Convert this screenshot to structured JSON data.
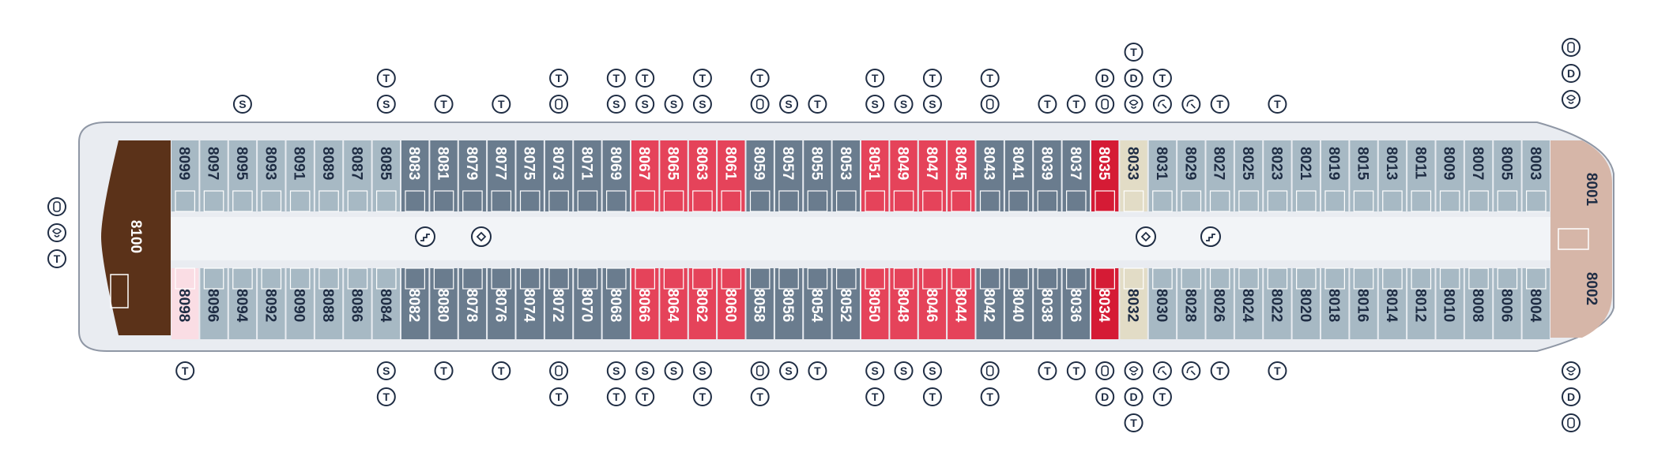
{
  "colors": {
    "hull_fill": "#e9ecf1",
    "hull_stroke": "#8f97a5",
    "corridor": "#f2f4f7",
    "owner_suite": "#5b3219",
    "light_blue": "#a7b9c4",
    "slate": "#6a7c8e",
    "red": "#e5435a",
    "dark_red": "#d51b35",
    "beige": "#e2dcc6",
    "pale_pink": "#fadde4",
    "bow": "#d6b6a8",
    "icon_stroke": "#1f2d44"
  },
  "icon_legend": {
    "T": "tub-icon",
    "S": "shower-icon",
    "D": "double-bed-icon",
    "bath": "bathtub-icon",
    "spa": "spa-icon",
    "lift": "elevator-icon",
    "stairs": "staircase-icon",
    "wheel": "compass-icon"
  },
  "decks": {
    "upper": [
      {
        "id": "8099",
        "label": "8099",
        "color": "light_blue",
        "icons_top": []
      },
      {
        "id": "8097",
        "label": "8097",
        "color": "light_blue",
        "icons_top": []
      },
      {
        "id": "8095",
        "label": "8095",
        "color": "light_blue",
        "icons_top": [
          "S"
        ]
      },
      {
        "id": "8093",
        "label": "8093",
        "color": "light_blue",
        "icons_top": []
      },
      {
        "id": "8091",
        "label": "8091",
        "color": "light_blue",
        "icons_top": []
      },
      {
        "id": "8089",
        "label": "8089",
        "color": "light_blue",
        "icons_top": []
      },
      {
        "id": "8087",
        "label": "8087",
        "color": "light_blue",
        "icons_top": []
      },
      {
        "id": "8085",
        "label": "8085",
        "color": "light_blue",
        "icons_top": [
          "T",
          "S"
        ]
      },
      {
        "id": "8083",
        "label": "8083",
        "color": "slate",
        "icons_top": []
      },
      {
        "id": "8081",
        "label": "8081",
        "color": "slate",
        "icons_top": [
          "T"
        ]
      },
      {
        "id": "8079",
        "label": "8079",
        "color": "slate",
        "icons_top": []
      },
      {
        "id": "8077",
        "label": "8077",
        "color": "slate",
        "icons_top": [
          "T"
        ]
      },
      {
        "id": "8075",
        "label": "8075",
        "color": "slate",
        "icons_top": []
      },
      {
        "id": "8073",
        "label": "8073",
        "color": "slate",
        "icons_top": [
          "T",
          "bath"
        ]
      },
      {
        "id": "8071",
        "label": "8071",
        "color": "slate",
        "icons_top": []
      },
      {
        "id": "8069",
        "label": "8069",
        "color": "slate",
        "icons_top": [
          "T",
          "S"
        ]
      },
      {
        "id": "8067",
        "label": "8067",
        "color": "red",
        "icons_top": [
          "T",
          "S"
        ]
      },
      {
        "id": "8065",
        "label": "8065",
        "color": "red",
        "icons_top": [
          "S"
        ]
      },
      {
        "id": "8063",
        "label": "8063",
        "color": "red",
        "icons_top": [
          "T",
          "S"
        ]
      },
      {
        "id": "8061",
        "label": "8061",
        "color": "red",
        "icons_top": []
      },
      {
        "id": "8059",
        "label": "8059",
        "color": "slate",
        "icons_top": [
          "T",
          "bath"
        ]
      },
      {
        "id": "8057",
        "label": "8057",
        "color": "slate",
        "icons_top": [
          "S"
        ]
      },
      {
        "id": "8055",
        "label": "8055",
        "color": "slate",
        "icons_top": [
          "T"
        ]
      },
      {
        "id": "8053",
        "label": "8053",
        "color": "slate",
        "icons_top": []
      },
      {
        "id": "8051",
        "label": "8051",
        "color": "red",
        "icons_top": [
          "T",
          "S"
        ]
      },
      {
        "id": "8049",
        "label": "8049",
        "color": "red",
        "icons_top": [
          "S"
        ]
      },
      {
        "id": "8047",
        "label": "8047",
        "color": "red",
        "icons_top": [
          "T",
          "S"
        ]
      },
      {
        "id": "8045",
        "label": "8045",
        "color": "red",
        "icons_top": []
      },
      {
        "id": "8043",
        "label": "8043",
        "color": "slate",
        "icons_top": [
          "T",
          "bath"
        ]
      },
      {
        "id": "8041",
        "label": "8041",
        "color": "slate",
        "icons_top": []
      },
      {
        "id": "8039",
        "label": "8039",
        "color": "slate",
        "icons_top": [
          "T"
        ]
      },
      {
        "id": "8037",
        "label": "8037",
        "color": "slate",
        "icons_top": [
          "T"
        ]
      },
      {
        "id": "8035",
        "label": "8035",
        "color": "dark_red",
        "icons_top": [
          "D",
          "bath"
        ]
      },
      {
        "id": "8033",
        "label": "8033",
        "color": "beige",
        "icons_top": [
          "T",
          "D",
          "spa"
        ]
      },
      {
        "id": "8031",
        "label": "8031",
        "color": "light_blue",
        "icons_top": [
          "T",
          "wheel"
        ]
      },
      {
        "id": "8029",
        "label": "8029",
        "color": "light_blue",
        "icons_top": [
          "wheel"
        ]
      },
      {
        "id": "8027",
        "label": "8027",
        "color": "light_blue",
        "icons_top": [
          "T"
        ]
      },
      {
        "id": "8025",
        "label": "8025",
        "color": "light_blue",
        "icons_top": []
      },
      {
        "id": "8023",
        "label": "8023",
        "color": "light_blue",
        "icons_top": [
          "T"
        ]
      },
      {
        "id": "8021",
        "label": "8021",
        "color": "light_blue",
        "icons_top": []
      },
      {
        "id": "8019",
        "label": "8019",
        "color": "light_blue",
        "icons_top": []
      },
      {
        "id": "8015",
        "label": "8015",
        "color": "light_blue",
        "icons_top": []
      },
      {
        "id": "8013",
        "label": "8013",
        "color": "light_blue",
        "icons_top": []
      },
      {
        "id": "8011",
        "label": "8011",
        "color": "light_blue",
        "icons_top": []
      },
      {
        "id": "8009",
        "label": "8009",
        "color": "light_blue",
        "icons_top": []
      },
      {
        "id": "8007",
        "label": "8007",
        "color": "light_blue",
        "icons_top": []
      },
      {
        "id": "8005",
        "label": "8005",
        "color": "light_blue",
        "icons_top": []
      },
      {
        "id": "8003",
        "label": "8003",
        "color": "light_blue",
        "icons_top": []
      }
    ],
    "lower": [
      {
        "id": "8098",
        "label": "8098",
        "color": "pale_pink",
        "icons_bottom": [
          "T"
        ]
      },
      {
        "id": "8096",
        "label": "8096",
        "color": "light_blue",
        "icons_bottom": []
      },
      {
        "id": "8094",
        "label": "8094",
        "color": "light_blue",
        "icons_bottom": []
      },
      {
        "id": "8092",
        "label": "8092",
        "color": "light_blue",
        "icons_bottom": []
      },
      {
        "id": "8090",
        "label": "8090",
        "color": "light_blue",
        "icons_bottom": []
      },
      {
        "id": "8088",
        "label": "8088",
        "color": "light_blue",
        "icons_bottom": []
      },
      {
        "id": "8086",
        "label": "8086",
        "color": "light_blue",
        "icons_bottom": []
      },
      {
        "id": "8084",
        "label": "8084",
        "color": "light_blue",
        "icons_bottom": [
          "S",
          "T"
        ]
      },
      {
        "id": "8082",
        "label": "8082",
        "color": "slate",
        "icons_bottom": []
      },
      {
        "id": "8080",
        "label": "8080",
        "color": "slate",
        "icons_bottom": [
          "T"
        ]
      },
      {
        "id": "8078",
        "label": "8078",
        "color": "slate",
        "icons_bottom": []
      },
      {
        "id": "8076",
        "label": "8076",
        "color": "slate",
        "icons_bottom": [
          "T"
        ]
      },
      {
        "id": "8074",
        "label": "8074",
        "color": "slate",
        "icons_bottom": []
      },
      {
        "id": "8072",
        "label": "8072",
        "color": "slate",
        "icons_bottom": [
          "bath",
          "T"
        ]
      },
      {
        "id": "8070",
        "label": "8070",
        "color": "slate",
        "icons_bottom": []
      },
      {
        "id": "8068",
        "label": "8068",
        "color": "slate",
        "icons_bottom": [
          "S",
          "T"
        ]
      },
      {
        "id": "8066",
        "label": "8066",
        "color": "red",
        "icons_bottom": [
          "S",
          "T"
        ]
      },
      {
        "id": "8064",
        "label": "8064",
        "color": "red",
        "icons_bottom": [
          "S"
        ]
      },
      {
        "id": "8062",
        "label": "8062",
        "color": "red",
        "icons_bottom": [
          "S",
          "T"
        ]
      },
      {
        "id": "8060",
        "label": "8060",
        "color": "red",
        "icons_bottom": []
      },
      {
        "id": "8058",
        "label": "8058",
        "color": "slate",
        "icons_bottom": [
          "bath",
          "T"
        ]
      },
      {
        "id": "8056",
        "label": "8056",
        "color": "slate",
        "icons_bottom": [
          "S"
        ]
      },
      {
        "id": "8054",
        "label": "8054",
        "color": "slate",
        "icons_bottom": [
          "T"
        ]
      },
      {
        "id": "8052",
        "label": "8052",
        "color": "slate",
        "icons_bottom": []
      },
      {
        "id": "8050",
        "label": "8050",
        "color": "red",
        "icons_bottom": [
          "S",
          "T"
        ]
      },
      {
        "id": "8048",
        "label": "8048",
        "color": "red",
        "icons_bottom": [
          "S"
        ]
      },
      {
        "id": "8046",
        "label": "8046",
        "color": "red",
        "icons_bottom": [
          "S",
          "T"
        ]
      },
      {
        "id": "8044",
        "label": "8044",
        "color": "red",
        "icons_bottom": []
      },
      {
        "id": "8042",
        "label": "8042",
        "color": "slate",
        "icons_bottom": [
          "bath",
          "T"
        ]
      },
      {
        "id": "8040",
        "label": "8040",
        "color": "slate",
        "icons_bottom": []
      },
      {
        "id": "8038",
        "label": "8038",
        "color": "slate",
        "icons_bottom": [
          "T"
        ]
      },
      {
        "id": "8036",
        "label": "8036",
        "color": "slate",
        "icons_bottom": [
          "T"
        ]
      },
      {
        "id": "8034",
        "label": "8034",
        "color": "dark_red",
        "icons_bottom": [
          "bath",
          "D"
        ]
      },
      {
        "id": "8032",
        "label": "8032",
        "color": "beige",
        "icons_bottom": [
          "spa",
          "D",
          "T"
        ]
      },
      {
        "id": "8030",
        "label": "8030",
        "color": "light_blue",
        "icons_bottom": [
          "wheel",
          "T"
        ]
      },
      {
        "id": "8028",
        "label": "8028",
        "color": "light_blue",
        "icons_bottom": [
          "wheel"
        ]
      },
      {
        "id": "8026",
        "label": "8026",
        "color": "light_blue",
        "icons_bottom": [
          "T"
        ]
      },
      {
        "id": "8024",
        "label": "8024",
        "color": "light_blue",
        "icons_bottom": []
      },
      {
        "id": "8022",
        "label": "8022",
        "color": "light_blue",
        "icons_bottom": [
          "T"
        ]
      },
      {
        "id": "8020",
        "label": "8020",
        "color": "light_blue",
        "icons_bottom": []
      },
      {
        "id": "8018",
        "label": "8018",
        "color": "light_blue",
        "icons_bottom": []
      },
      {
        "id": "8016",
        "label": "8016",
        "color": "light_blue",
        "icons_bottom": []
      },
      {
        "id": "8014",
        "label": "8014",
        "color": "light_blue",
        "icons_bottom": []
      },
      {
        "id": "8012",
        "label": "8012",
        "color": "light_blue",
        "icons_bottom": []
      },
      {
        "id": "8010",
        "label": "8010",
        "color": "light_blue",
        "icons_bottom": []
      },
      {
        "id": "8008",
        "label": "8008",
        "color": "light_blue",
        "icons_bottom": []
      },
      {
        "id": "8006",
        "label": "8006",
        "color": "light_blue",
        "icons_bottom": []
      },
      {
        "id": "8004",
        "label": "8004",
        "color": "light_blue",
        "icons_bottom": []
      }
    ]
  },
  "special_suites": {
    "owner": {
      "label": "8100",
      "icons_left": [
        "bath",
        "spa",
        "T"
      ]
    },
    "bow_upper": {
      "label": "8001",
      "icons_right": [
        "bath",
        "D",
        "spa"
      ]
    },
    "bow_lower": {
      "label": "8002",
      "icons_right": [
        "spa",
        "D",
        "bath"
      ]
    }
  },
  "symbol_letters": {
    "T": "T",
    "S": "S",
    "D": "D"
  }
}
